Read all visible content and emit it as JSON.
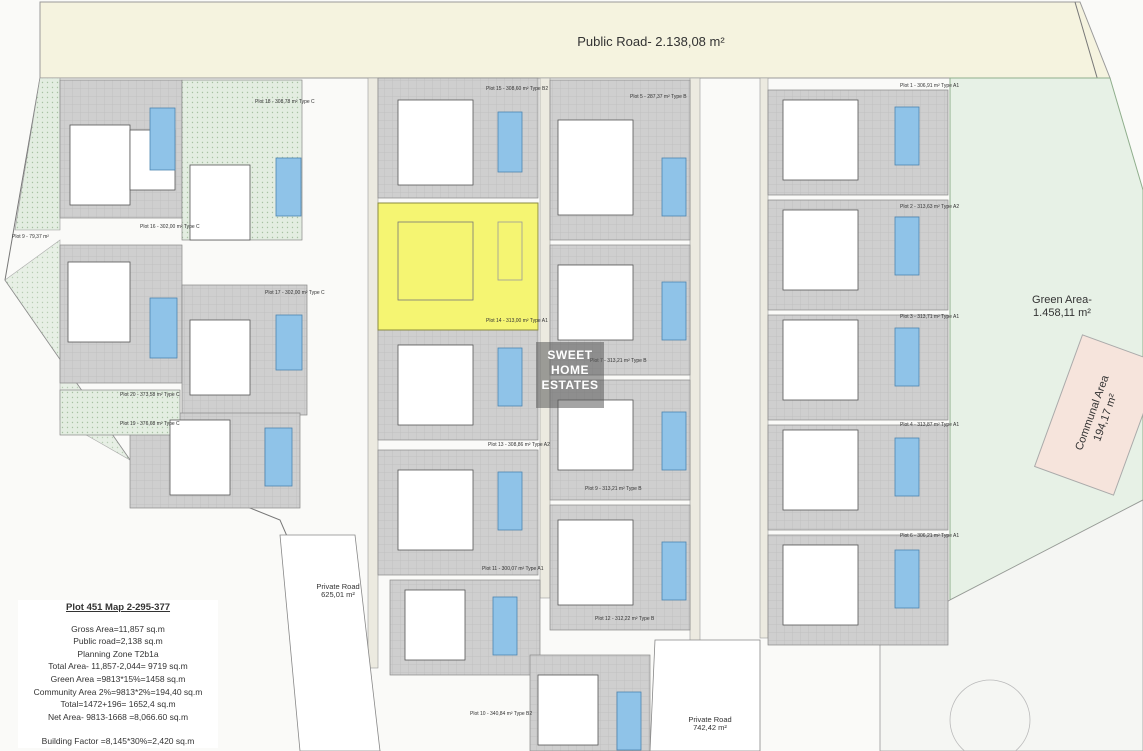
{
  "map": {
    "public_road": {
      "name": "Public Road- 2.138,08",
      "unit": "m²"
    },
    "green_area": {
      "name": "Green Area-",
      "area": "1.458,11 m²"
    },
    "communal_area": {
      "name": "Communal Area",
      "area": "194,17 m²"
    },
    "private_road_1": {
      "name": "Private Road",
      "area": "625,01 m²"
    },
    "private_road_2": {
      "name": "Private Road",
      "area": "742,42 m²"
    },
    "highlight_color": "#f3f35a",
    "hatch_color": "#8a8a8a",
    "green_color": "#e6efe4",
    "pool_color": "#8fc3e8",
    "road_color": "#f4f2df"
  },
  "plot_labels": {
    "p18": "Plot 18 - 308,78 m² Type C",
    "p16": "Plot 16 - 302,00 m² Type C",
    "p17": "Plot 17 - 302,00 m² Type C",
    "p20": "Plot 20 - 373,58 m² Type C",
    "p19": "Plot 19 - 376,68 m² Type C",
    "p15": "Plot 15 - 308,60 m² Type B2",
    "p14": "Plot 14 - 313,00 m² Type A1",
    "p13": "Plot 13 - 308,86 m² Type A2",
    "p11": "Plot 11 - 300,07 m² Type A1",
    "p10": "Plot 10 - 340,84 m² Type B2",
    "p5": "Plot 5 - 287,37 m² Type B",
    "p7": "Plot 7 - 313,21 m² Type B",
    "p9": "Plot 9 - 313,21 m² Type B",
    "p12": "Plot 12 - 312,22 m² Type B",
    "p1": "Plot 1 - 306,91 m² Type A1",
    "p2": "Plot 2 - 313,63 m² Type A2",
    "p3": "Plot 3 - 313,71 m² Type A1",
    "p4": "Plot 4 - 313,87 m² Type A1",
    "p6": "Plot 6 - 306,21 m² Type A1",
    "pside": "Plot 9 - 79,37 m²"
  },
  "legend": {
    "title": "Plot 451 Map  2-295-377",
    "lines": [
      "Gross Area=11,857 sq.m",
      "Public road=2,138 sq.m",
      "Planning Zone T2b1a",
      "Total Area-  11,857-2,044= 9719 sq.m",
      "Green Area =9813*15%=1458 sq.m",
      "Community Area 2%=9813*2%=194,40 sq.m",
      "Total=1472+196= 1652,4 sq.m",
      "Net Area-  9813-1668 =8,066.60 sq.m",
      "",
      "Building Factor =8,145*30%=2,420 sq.m"
    ]
  },
  "watermark": {
    "line1": "SWEET",
    "line2": "HOME",
    "line3": "ESTATES"
  }
}
